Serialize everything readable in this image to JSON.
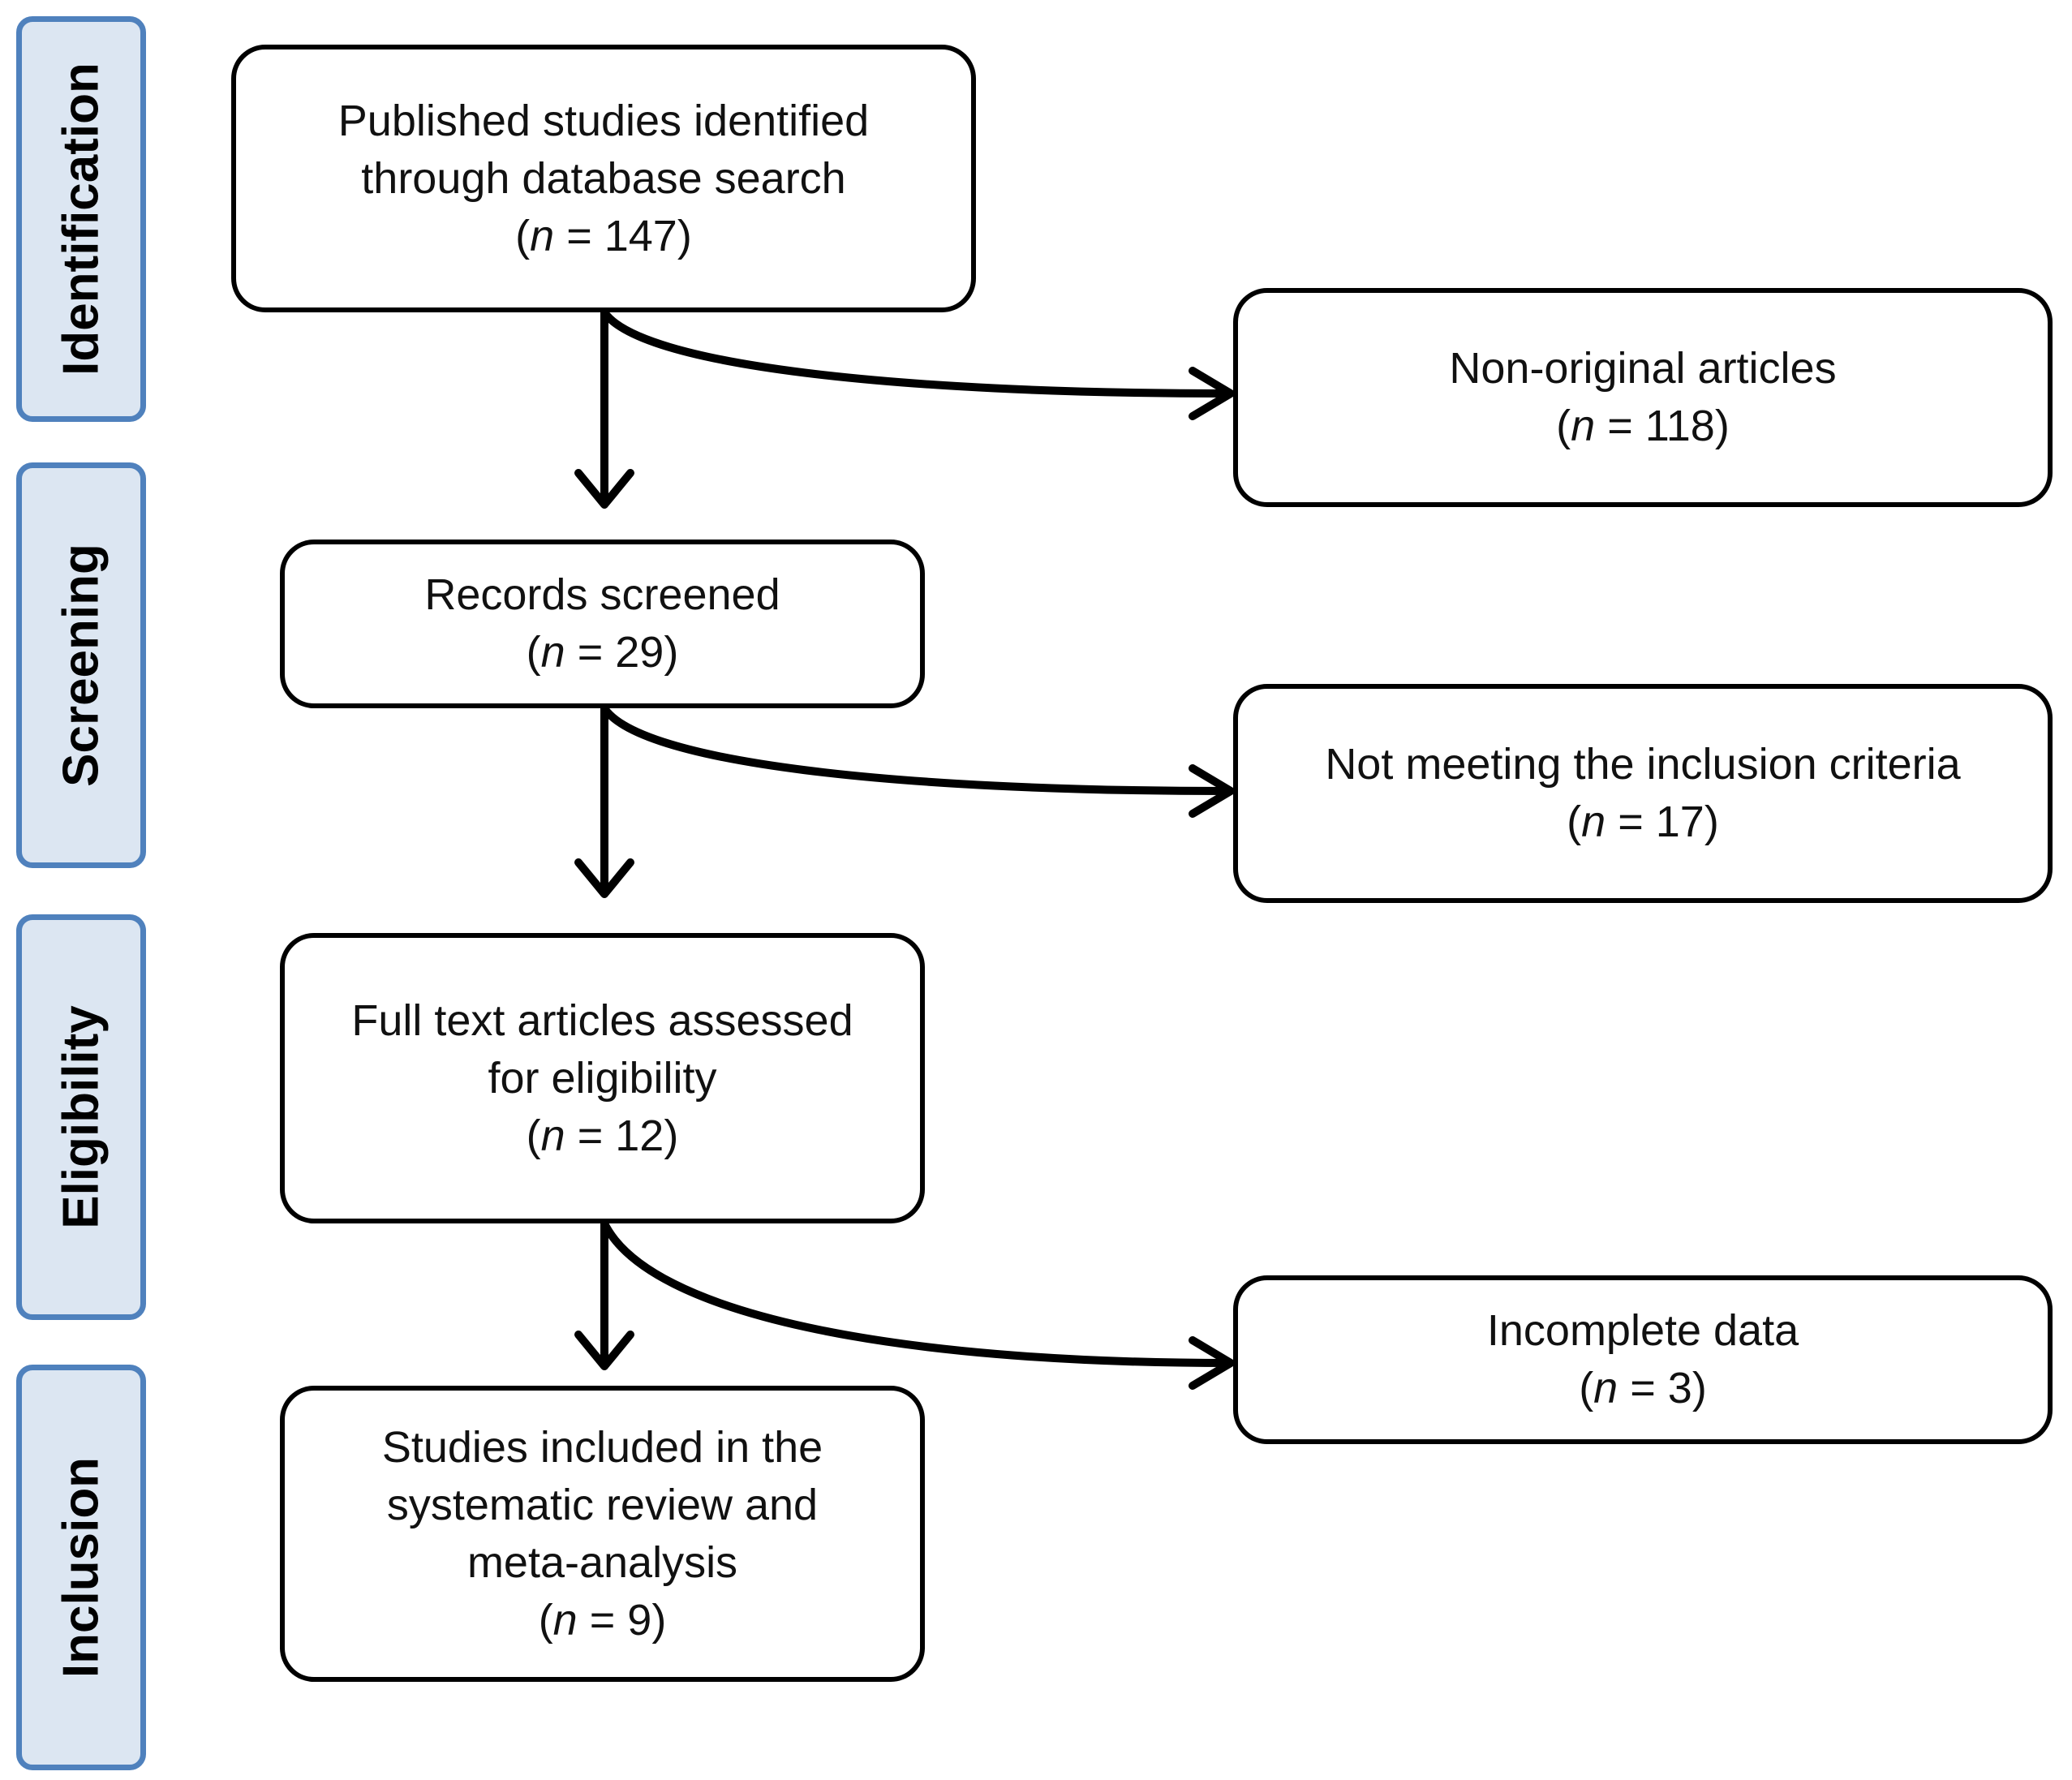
{
  "stages": [
    {
      "id": "identification",
      "label": "Identification"
    },
    {
      "id": "screening",
      "label": "Screening"
    },
    {
      "id": "eligibility",
      "label": "Eligibility"
    },
    {
      "id": "inclusion",
      "label": "Inclusion"
    }
  ],
  "boxes": {
    "identified": {
      "lines": [
        "Published studies identified",
        "through database search"
      ],
      "n": "147"
    },
    "screened": {
      "lines": [
        "Records screened"
      ],
      "n": "29"
    },
    "assessed": {
      "lines": [
        "Full text articles assessed",
        "for eligibility"
      ],
      "n": "12"
    },
    "included": {
      "lines": [
        "Studies included in the",
        "systematic review and",
        "meta-analysis"
      ],
      "n": "9"
    },
    "non_original": {
      "lines": [
        "Non-original articles"
      ],
      "n": "118"
    },
    "not_meeting": {
      "lines": [
        "Not meeting the inclusion criteria"
      ],
      "n": "17"
    },
    "incomplete": {
      "lines": [
        "Incomplete data"
      ],
      "n": "3"
    }
  },
  "count_format": {
    "prefix": "(",
    "var": "n",
    "equals": " = ",
    "suffix": ")"
  }
}
